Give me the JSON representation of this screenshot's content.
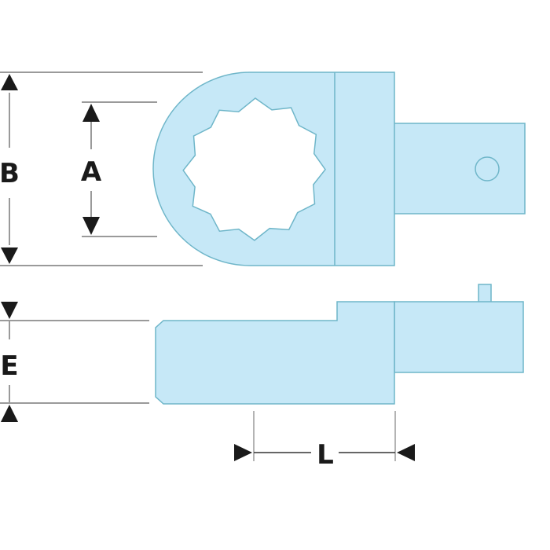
{
  "diagram": {
    "subject": "Ring end fitting (12-point) dimension drawing",
    "colors": {
      "fill": "#c6e8f7",
      "stroke": "#6fb6c9",
      "dimension_line": "#999999",
      "arrow": "#1a1a1a",
      "background": "#ffffff"
    },
    "views": {
      "top": {
        "name": "Top view",
        "features": [
          "12-point ring",
          "square tang",
          "pin hole"
        ]
      },
      "side": {
        "name": "Side view",
        "features": [
          "body",
          "step",
          "tang",
          "pin"
        ]
      }
    },
    "dimensions": {
      "A": {
        "label": "A",
        "meaning": "ring opening across flats"
      },
      "B": {
        "label": "B",
        "meaning": "ring head width"
      },
      "E": {
        "label": "E",
        "meaning": "head thickness"
      },
      "L": {
        "label": "L",
        "meaning": "length from ring to tang"
      }
    }
  }
}
